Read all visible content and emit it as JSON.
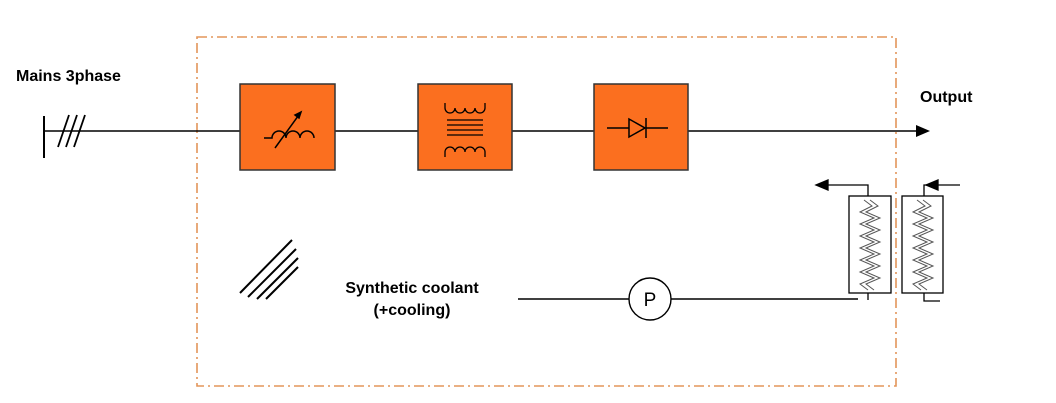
{
  "labels": {
    "mains": "Mains 3phase",
    "output": "Output",
    "coolant_line1": "Synthetic coolant",
    "coolant_line2": "(+cooling)",
    "pump_letter": "P"
  },
  "colors": {
    "block_fill": "#fb6f1f",
    "block_border": "#333333",
    "boundary_dash": "#e3955a",
    "line": "#000000"
  },
  "components": [
    {
      "name": "regulating-transformer-block",
      "icon": "variable-inductor-icon"
    },
    {
      "name": "transformer-block",
      "icon": "transformer-icon"
    },
    {
      "name": "rectifier-block",
      "icon": "diode-icon"
    },
    {
      "name": "pump",
      "icon": "pump-icon"
    },
    {
      "name": "heat-exchanger",
      "icon": "heat-exchanger-icon"
    }
  ]
}
